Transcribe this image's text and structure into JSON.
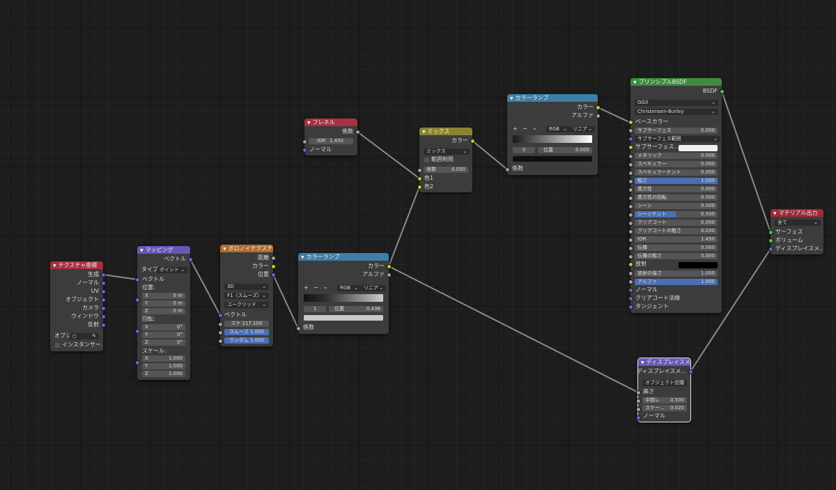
{
  "nodes": {
    "tex_coord": {
      "title": "テクスチャ座標",
      "outputs": [
        "生成",
        "ノーマル",
        "UV",
        "オブジェクト",
        "カメラ",
        "ウィンドウ",
        "反射"
      ],
      "object_label": "オブジェ",
      "instancer_label": "インスタンサー..."
    },
    "mapping": {
      "title": "マッピング",
      "out_vector": "ベクトル",
      "type_label": "タイプ",
      "type_value": "ポイント",
      "in_vector": "ベクトル",
      "location_label": "位置:",
      "location": [
        {
          "axis": "X",
          "value": "0 m"
        },
        {
          "axis": "Y",
          "value": "0 m"
        },
        {
          "axis": "Z",
          "value": "0 m"
        }
      ],
      "rotation_label": "回転:",
      "rotation": [
        {
          "axis": "X",
          "value": "0°"
        },
        {
          "axis": "Y",
          "value": "0°"
        },
        {
          "axis": "Z",
          "value": "0°"
        }
      ],
      "scale_label": "スケール:",
      "scale": [
        {
          "axis": "X",
          "value": "1.000"
        },
        {
          "axis": "Y",
          "value": "1.000"
        },
        {
          "axis": "Z",
          "value": "1.000"
        }
      ]
    },
    "voronoi": {
      "title": "ボロノイテクスチャ",
      "outputs": [
        "距離",
        "カラー",
        "位置"
      ],
      "dim": "3D",
      "feature": "F1（スムーズ）",
      "metric": "ユークリッド",
      "in_vector": "ベクトル",
      "scale_label": "スケ",
      "scale_value": "217.100",
      "smooth_label": "スムーズ",
      "smooth_value": "1.000",
      "random_label": "ランダム",
      "random_value": "1.000"
    },
    "fresnel": {
      "title": "フレネル",
      "out_fac": "係数",
      "ior_label": "IOR",
      "ior_value": "1.450",
      "in_normal": "ノーマル"
    },
    "mix": {
      "title": "ミックス",
      "out_color": "カラー",
      "blend": "ミックス",
      "clamp": "範囲制限",
      "fac_label": "係数",
      "fac_value": "0.050",
      "color1": "色1",
      "color2": "色2"
    },
    "ramp1": {
      "title": "カラーランプ",
      "out_color": "カラー",
      "out_alpha": "アルファ",
      "plus": "+",
      "minus": "−",
      "menu": "⌄",
      "mode": "RGB",
      "interp": "リニア",
      "index": "0",
      "pos_label": "位置",
      "pos_value": "0.000",
      "in_fac": "係数"
    },
    "ramp2": {
      "title": "カラーランプ",
      "out_color": "カラー",
      "out_alpha": "アルファ",
      "plus": "+",
      "minus": "−",
      "menu": "⌄",
      "mode": "RGB",
      "interp": "リニア",
      "index": "1",
      "pos_label": "位置",
      "pos_value": "0.436",
      "in_fac": "係数"
    },
    "bsdf": {
      "title": "プリンシプルBSDF",
      "out": "BSDF",
      "dist": "GGX",
      "sss_method": "Christensen-Burley",
      "base_color": "ベースカラー",
      "fields": [
        {
          "label": "サブサーフェス",
          "value": "0.000"
        }
      ],
      "sss_radius": "サブサーフェス範囲",
      "sss_color": "サブサーフェス...",
      "fields2": [
        {
          "label": "メタリック",
          "value": "0.000"
        },
        {
          "label": "スペキュラー",
          "value": "0.000"
        },
        {
          "label": "スペキュラーチント",
          "value": "0.000"
        },
        {
          "label": "粗さ",
          "value": "1.000"
        },
        {
          "label": "異方性",
          "value": "0.000"
        },
        {
          "label": "異方性の回転",
          "value": "0.000"
        },
        {
          "label": "シーン",
          "value": "0.000"
        },
        {
          "label": "シーンチント",
          "value": "0.500"
        },
        {
          "label": "クリアコート",
          "value": "0.000"
        },
        {
          "label": "クリアコートの粗さ",
          "value": "0.030"
        },
        {
          "label": "IOR",
          "value": "1.450"
        },
        {
          "label": "伝播",
          "value": "0.000"
        },
        {
          "label": "伝播の粗さ",
          "value": "0.000"
        }
      ],
      "emission": "放射",
      "emission_strength_label": "放射の強さ",
      "emission_strength_value": "1.000",
      "alpha_label": "アルファ",
      "alpha_value": "1.000",
      "normal": "ノーマル",
      "clearcoat_normal": "クリアコート法線",
      "tangent": "タンジェント"
    },
    "output": {
      "title": "マテリアル出力",
      "target": "全て",
      "surface": "サーフェス",
      "volume": "ボリューム",
      "displacement": "ディスプレイスメ..."
    },
    "displacement": {
      "title": "ディスプレイスメ...",
      "out": "ディスプレイスメ...",
      "space": "オブジェクト空間",
      "height": "高さ",
      "mid_label": "中間レ",
      "mid_value": "0.500",
      "scale_label": "スケー...",
      "scale_value": "0.020",
      "normal": "ノーマル"
    }
  },
  "colors": {
    "vector_socket": "#6b63d6",
    "color_socket": "#c7c729",
    "float_socket": "#a1a1a1",
    "shader_socket": "#4fc44f"
  }
}
